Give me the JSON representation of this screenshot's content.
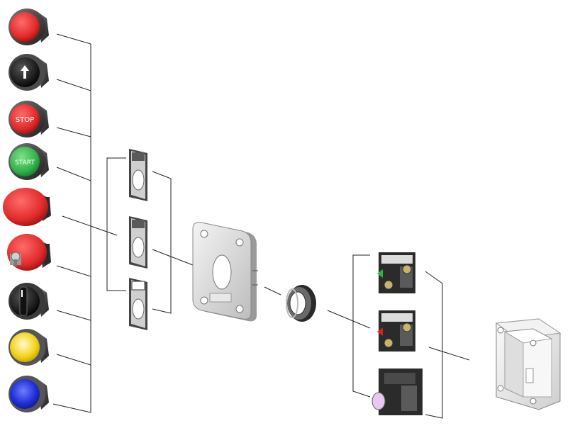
{
  "buttons": [
    {
      "name": "red-flush-pushbutton",
      "color": "#e02a2a",
      "label": null,
      "icon": null
    },
    {
      "name": "black-arrow-pushbutton",
      "color": "#1c1c1c",
      "label": null,
      "icon": "arrow-up-icon"
    },
    {
      "name": "stop-pushbutton",
      "color": "#d62b2b",
      "label": "STOP",
      "icon": null
    },
    {
      "name": "start-pushbutton",
      "color": "#2fb34a",
      "label": "START",
      "icon": null
    },
    {
      "name": "emergency-mushroom-button",
      "color": "#d81c1c",
      "label": null,
      "icon": null
    },
    {
      "name": "key-release-mushroom-button",
      "color": "#d81c1c",
      "label": null,
      "icon": "key-icon"
    },
    {
      "name": "selector-switch",
      "color": "#222222",
      "label": null,
      "icon": null
    },
    {
      "name": "yellow-pilot-light",
      "color": "#f2d41a",
      "label": null,
      "icon": null
    },
    {
      "name": "blue-pilot-light",
      "color": "#1f2fd6",
      "label": null,
      "icon": null
    }
  ],
  "legend_plates": [
    {
      "name": "legend-plate-top"
    },
    {
      "name": "legend-plate-middle"
    },
    {
      "name": "legend-plate-bottom"
    }
  ],
  "contact_blocks": [
    {
      "name": "contact-block-no",
      "indicator_color": "#2bb34a"
    },
    {
      "name": "contact-block-nc",
      "indicator_color": "#d92020"
    },
    {
      "name": "light-block",
      "indicator_color": "#e6c8f2"
    }
  ],
  "colors": {
    "line": "#222222",
    "part_gray": "#d6d6d6",
    "part_dark": "#3a3a3a",
    "enclosure": "#e8e8e8"
  }
}
